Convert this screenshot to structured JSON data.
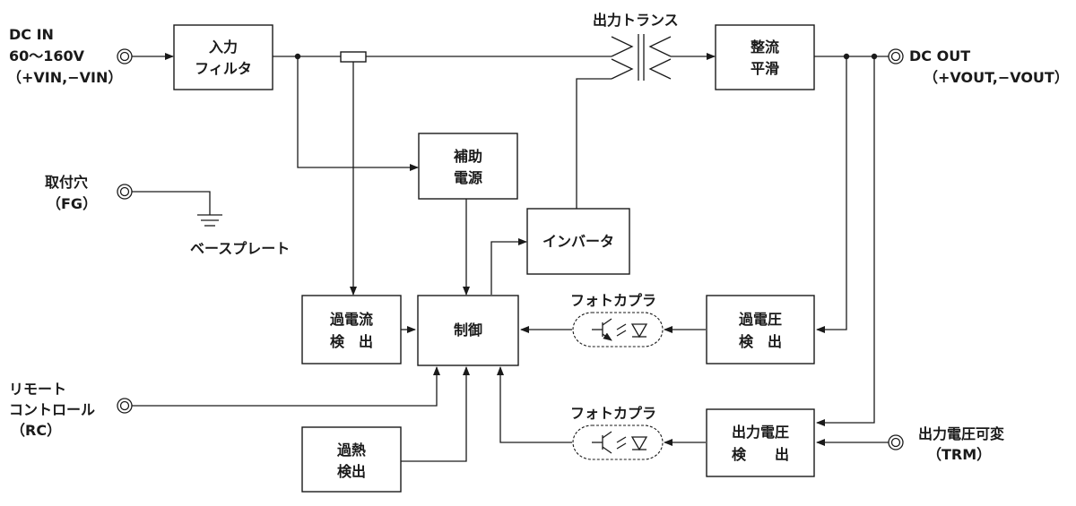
{
  "title": "出力トランス",
  "blocks": {
    "input_filter": [
      "入力",
      "フィルタ"
    ],
    "rectifier": [
      "整流",
      "平滑"
    ],
    "aux_power": [
      "補助",
      "電源"
    ],
    "inverter": [
      "インバータ"
    ],
    "overcurrent": [
      "過電流",
      "検　出"
    ],
    "control": [
      "制御"
    ],
    "overvoltage": [
      "過電圧",
      "検　出"
    ],
    "overheat": [
      "過熱",
      "検出"
    ],
    "output_voltage_detect": [
      "出力電圧",
      "検　　出"
    ]
  },
  "terminals": {
    "dc_in": [
      "DC IN",
      "60〜160V",
      "（+VIN,−VIN）"
    ],
    "dc_out": [
      "DC OUT",
      "（+VOUT,−VOUT）"
    ],
    "fg": [
      "取付穴",
      "（FG）"
    ],
    "remote": [
      "リモート",
      "コントロール",
      "（RC）"
    ],
    "trm": [
      "出力電圧可変",
      "（TRM）"
    ]
  },
  "labels": {
    "baseplate": "ベースプレート",
    "photocoupler_1": "フォトカプラ",
    "photocoupler_2": "フォトカプラ"
  }
}
